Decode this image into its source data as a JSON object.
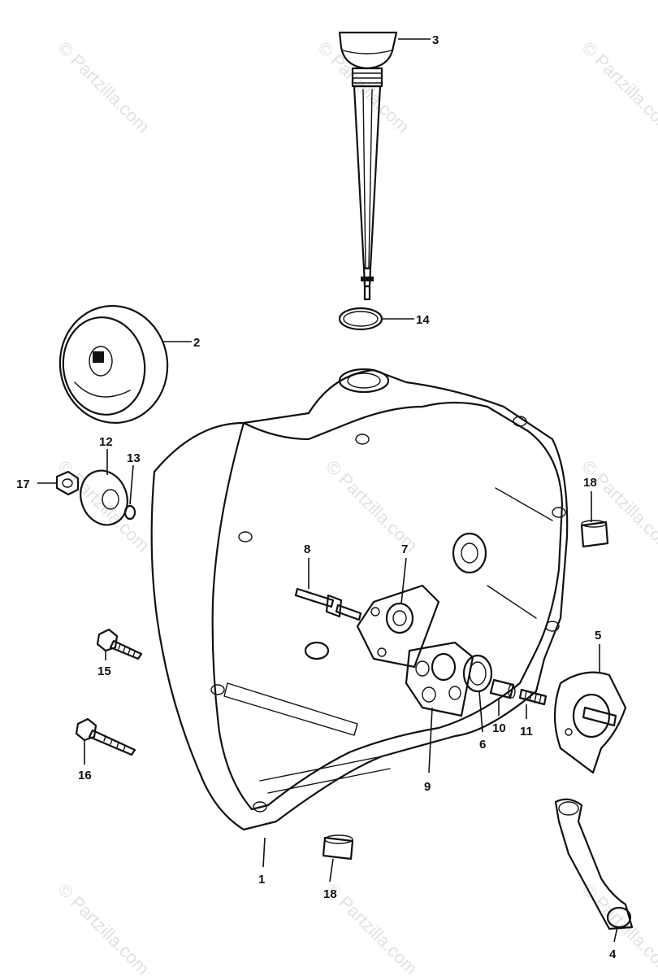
{
  "watermark": "© Partzilla.com",
  "callouts": [
    {
      "id": "1",
      "label": "1"
    },
    {
      "id": "2",
      "label": "2"
    },
    {
      "id": "3",
      "label": "3"
    },
    {
      "id": "4",
      "label": "4"
    },
    {
      "id": "5",
      "label": "5"
    },
    {
      "id": "6",
      "label": "6"
    },
    {
      "id": "7",
      "label": "7"
    },
    {
      "id": "8",
      "label": "8"
    },
    {
      "id": "9",
      "label": "9"
    },
    {
      "id": "10",
      "label": "10"
    },
    {
      "id": "11",
      "label": "11"
    },
    {
      "id": "12",
      "label": "12"
    },
    {
      "id": "13",
      "label": "13"
    },
    {
      "id": "14",
      "label": "14"
    },
    {
      "id": "15",
      "label": "15"
    },
    {
      "id": "16",
      "label": "16"
    },
    {
      "id": "17",
      "label": "17"
    },
    {
      "id": "18a",
      "label": "18"
    },
    {
      "id": "18b",
      "label": "18"
    }
  ]
}
